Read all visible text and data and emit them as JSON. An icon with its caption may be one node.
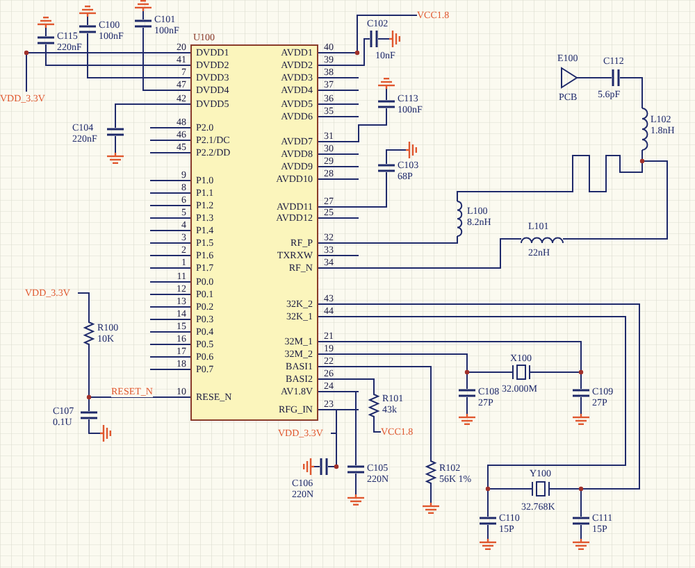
{
  "diagram": {
    "nodes": [
      {
        "text": [
          "DVDD1",
          "DVDD2",
          "DVDD3",
          "DVDD4",
          "DVDD5",
          "P2.0",
          "P2.1/DC",
          "P2.2/DD",
          "P1.0",
          "P1.1",
          "P1.2",
          "P1.3",
          "P1.4",
          "P1.5",
          "P1.6",
          "P1.7",
          "P0.0",
          "P0.1",
          "P0.2",
          "P0.3",
          "P0.4",
          "P0.5",
          "P0.6",
          "P0.7",
          "RESE_N",
          "AVDD1",
          "AVDD2",
          "AVDD3",
          "AVDD4",
          "AVDD5",
          "AVDD6",
          "AVDD7",
          "AVDD8",
          "AVDD9",
          "AVDD10",
          "AVDD11",
          "AVDD12",
          "RF_P",
          "TXRXW",
          "RF_N",
          "32K_2",
          "32K_1",
          "32M_1",
          "32M_2",
          "BASI1",
          "BASI2",
          "AV1.8V",
          "RFG_IN"
        ],
        "beside": [
          "U100"
        ]
      },
      {
        "text": [
          "VDD_3.3V"
        ]
      },
      {
        "text": [],
        "shape": "capacitor",
        "beside": [
          "C115",
          "220nF"
        ]
      },
      {
        "text": [],
        "shape": "capacitor",
        "beside": [
          "C100",
          "100nF"
        ]
      },
      {
        "text": [],
        "shape": "capacitor",
        "beside": [
          "C101",
          "100nF"
        ]
      },
      {
        "text": [],
        "shape": "ground"
      },
      {
        "text": [],
        "shape": "ground"
      },
      {
        "text": [],
        "shape": "ground"
      },
      {
        "text": [],
        "shape": "capacitor",
        "beside": [
          "C104",
          "220nF"
        ]
      },
      {
        "text": [],
        "shape": "ground"
      },
      {
        "text": [
          "VCC1.8"
        ]
      },
      {
        "text": [],
        "shape": "capacitor",
        "beside": [
          "C102",
          "10nF"
        ]
      },
      {
        "text": [],
        "shape": "ground"
      },
      {
        "text": [],
        "shape": "capacitor",
        "beside": [
          "C113",
          "100nF"
        ]
      },
      {
        "text": [],
        "shape": "ground"
      },
      {
        "text": [],
        "shape": "capacitor",
        "beside": [
          "C103",
          "68P"
        ]
      },
      {
        "text": [],
        "shape": "ground"
      },
      {
        "text": [],
        "shape": "inductor",
        "beside": [
          "L100",
          "8.2nH"
        ]
      },
      {
        "text": [],
        "shape": "inductor",
        "beside": [
          "L101",
          "22nH"
        ]
      },
      {
        "text": [],
        "shape": "inductor",
        "beside": [
          "L102",
          "1.8nH"
        ]
      },
      {
        "text": [],
        "shape": "capacitor",
        "beside": [
          "C112",
          "5.6pF"
        ]
      },
      {
        "text": [],
        "shape": "antenna",
        "beside": [
          "E100",
          "PCB"
        ]
      },
      {
        "text": [],
        "shape": "crystal",
        "beside": [
          "X100",
          "32.000M"
        ]
      },
      {
        "text": [],
        "shape": "capacitor",
        "beside": [
          "C108",
          "27P"
        ]
      },
      {
        "text": [],
        "shape": "capacitor",
        "beside": [
          "C109",
          "27P"
        ]
      },
      {
        "text": [],
        "shape": "ground"
      },
      {
        "text": [],
        "shape": "ground"
      },
      {
        "text": [],
        "shape": "resistor",
        "beside": [
          "R101",
          "43k"
        ]
      },
      {
        "text": [
          "VCC1.8"
        ]
      },
      {
        "text": [],
        "shape": "resistor",
        "beside": [
          "R102",
          "56K 1%"
        ]
      },
      {
        "text": [],
        "shape": "ground"
      },
      {
        "text": [],
        "shape": "capacitor",
        "beside": [
          "C105",
          "220N"
        ]
      },
      {
        "text": [],
        "shape": "ground"
      },
      {
        "text": [],
        "shape": "capacitor",
        "beside": [
          "C106",
          "220N"
        ]
      },
      {
        "text": [
          "VDD_3.3V"
        ]
      },
      {
        "text": [],
        "shape": "ground"
      },
      {
        "text": [],
        "shape": "crystal",
        "beside": [
          "Y100",
          "32.768K"
        ]
      },
      {
        "text": [],
        "shape": "capacitor",
        "beside": [
          "C110",
          "15P"
        ]
      },
      {
        "text": [],
        "shape": "capacitor",
        "beside": [
          "C111",
          "15P"
        ]
      },
      {
        "text": [],
        "shape": "ground"
      },
      {
        "text": [],
        "shape": "ground"
      },
      {
        "text": [
          "VDD_3.3V"
        ]
      },
      {
        "text": [],
        "shape": "resistor",
        "beside": [
          "R100",
          "10K"
        ]
      },
      {
        "text": [],
        "shape": "capacitor",
        "beside": [
          "C107",
          "0.1U"
        ]
      },
      {
        "text": [],
        "shape": "ground"
      }
    ],
    "edges": [
      {
        "from": 1,
        "to": 0,
        "arrow": "none"
      },
      {
        "from": 5,
        "to": 2,
        "arrow": "none"
      },
      {
        "from": 2,
        "to": 0,
        "arrow": "none"
      },
      {
        "from": 6,
        "to": 3,
        "arrow": "none"
      },
      {
        "from": 3,
        "to": 0,
        "arrow": "none"
      },
      {
        "from": 7,
        "to": 4,
        "arrow": "none"
      },
      {
        "from": 4,
        "to": 0,
        "arrow": "none"
      },
      {
        "from": 0,
        "to": 8,
        "arrow": "none"
      },
      {
        "from": 8,
        "to": 9,
        "arrow": "none"
      },
      {
        "from": 10,
        "to": 0,
        "arrow": "none"
      },
      {
        "from": 0,
        "to": 11,
        "arrow": "none"
      },
      {
        "from": 11,
        "to": 12,
        "arrow": "none"
      },
      {
        "from": 14,
        "to": 13,
        "arrow": "none"
      },
      {
        "from": 0,
        "to": 13,
        "arrow": "none"
      },
      {
        "from": 15,
        "to": 16,
        "arrow": "none"
      },
      {
        "from": 0,
        "to": 15,
        "arrow": "none"
      },
      {
        "from": 0,
        "to": 17,
        "arrow": "none"
      },
      {
        "from": 0,
        "to": 18,
        "arrow": "none"
      },
      {
        "from": 21,
        "to": 20,
        "arrow": "none"
      },
      {
        "from": 20,
        "to": 19,
        "arrow": "none"
      },
      {
        "from": 19,
        "to": 17,
        "arrow": "none"
      },
      {
        "from": 18,
        "to": 19,
        "arrow": "none"
      },
      {
        "from": 0,
        "to": 22,
        "arrow": "none"
      },
      {
        "from": 0,
        "to": 22,
        "arrow": "none"
      },
      {
        "from": 22,
        "to": 23,
        "arrow": "none"
      },
      {
        "from": 22,
        "to": 24,
        "arrow": "none"
      },
      {
        "from": 23,
        "to": 25,
        "arrow": "none"
      },
      {
        "from": 24,
        "to": 26,
        "arrow": "none"
      },
      {
        "from": 0,
        "to": 27,
        "arrow": "none"
      },
      {
        "from": 27,
        "to": 28,
        "arrow": "none"
      },
      {
        "from": 0,
        "to": 29,
        "arrow": "none"
      },
      {
        "from": 29,
        "to": 30,
        "arrow": "none"
      },
      {
        "from": 0,
        "to": 31,
        "arrow": "none"
      },
      {
        "from": 31,
        "to": 32,
        "arrow": "none"
      },
      {
        "from": 0,
        "to": 33,
        "arrow": "none"
      },
      {
        "from": 34,
        "to": 33,
        "arrow": "none"
      },
      {
        "from": 33,
        "to": 35,
        "arrow": "none"
      },
      {
        "from": 0,
        "to": 36,
        "arrow": "none"
      },
      {
        "from": 0,
        "to": 36,
        "arrow": "none"
      },
      {
        "from": 36,
        "to": 37,
        "arrow": "none"
      },
      {
        "from": 36,
        "to": 38,
        "arrow": "none"
      },
      {
        "from": 37,
        "to": 39,
        "arrow": "none"
      },
      {
        "from": 38,
        "to": 40,
        "arrow": "none"
      },
      {
        "from": 41,
        "to": 42,
        "arrow": "none"
      },
      {
        "from": 42,
        "to": 0,
        "label": "RESET_N",
        "arrow": "none"
      },
      {
        "from": 42,
        "to": 43,
        "arrow": "none"
      },
      {
        "from": 43,
        "to": 44,
        "arrow": "none"
      }
    ],
    "labels": [
      "20",
      "41",
      "7",
      "47",
      "42",
      "48",
      "46",
      "45",
      "9",
      "8",
      "6",
      "5",
      "4",
      "3",
      "2",
      "1",
      "11",
      "12",
      "13",
      "14",
      "15",
      "16",
      "17",
      "18",
      "10",
      "40",
      "39",
      "38",
      "37",
      "36",
      "35",
      "31",
      "30",
      "29",
      "28",
      "27",
      "25",
      "32",
      "33",
      "34",
      "43",
      "44",
      "21",
      "19",
      "22",
      "26",
      "24",
      "23"
    ]
  }
}
